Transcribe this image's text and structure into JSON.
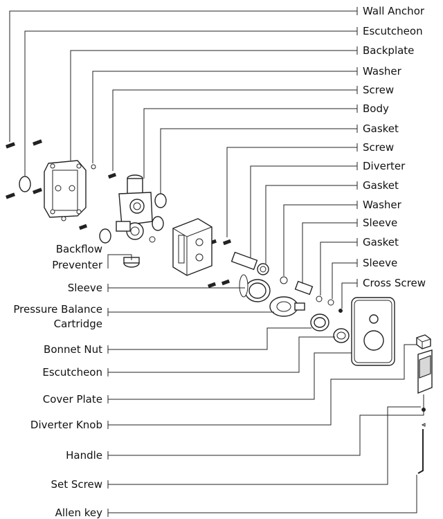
{
  "diagram": {
    "labels_right": [
      "Wall Anchor",
      "Escutcheon",
      "Backplate",
      "Washer",
      "Screw",
      "Body",
      "Gasket",
      "Screw",
      "Diverter",
      "Gasket",
      "Washer",
      "Sleeve",
      "Gasket",
      "Sleeve",
      "Cross Screw"
    ],
    "labels_left": [
      [
        "Backflow",
        "Preventer"
      ],
      [
        "Sleeve"
      ],
      [
        "Pressure Balance",
        "Cartridge"
      ],
      [
        "Bonnet Nut"
      ],
      [
        "Escutcheon"
      ],
      [
        "Cover Plate"
      ],
      [
        "Diverter Knob"
      ],
      [
        "Handle"
      ],
      [
        "Set Screw"
      ],
      [
        "Allen key"
      ]
    ]
  }
}
